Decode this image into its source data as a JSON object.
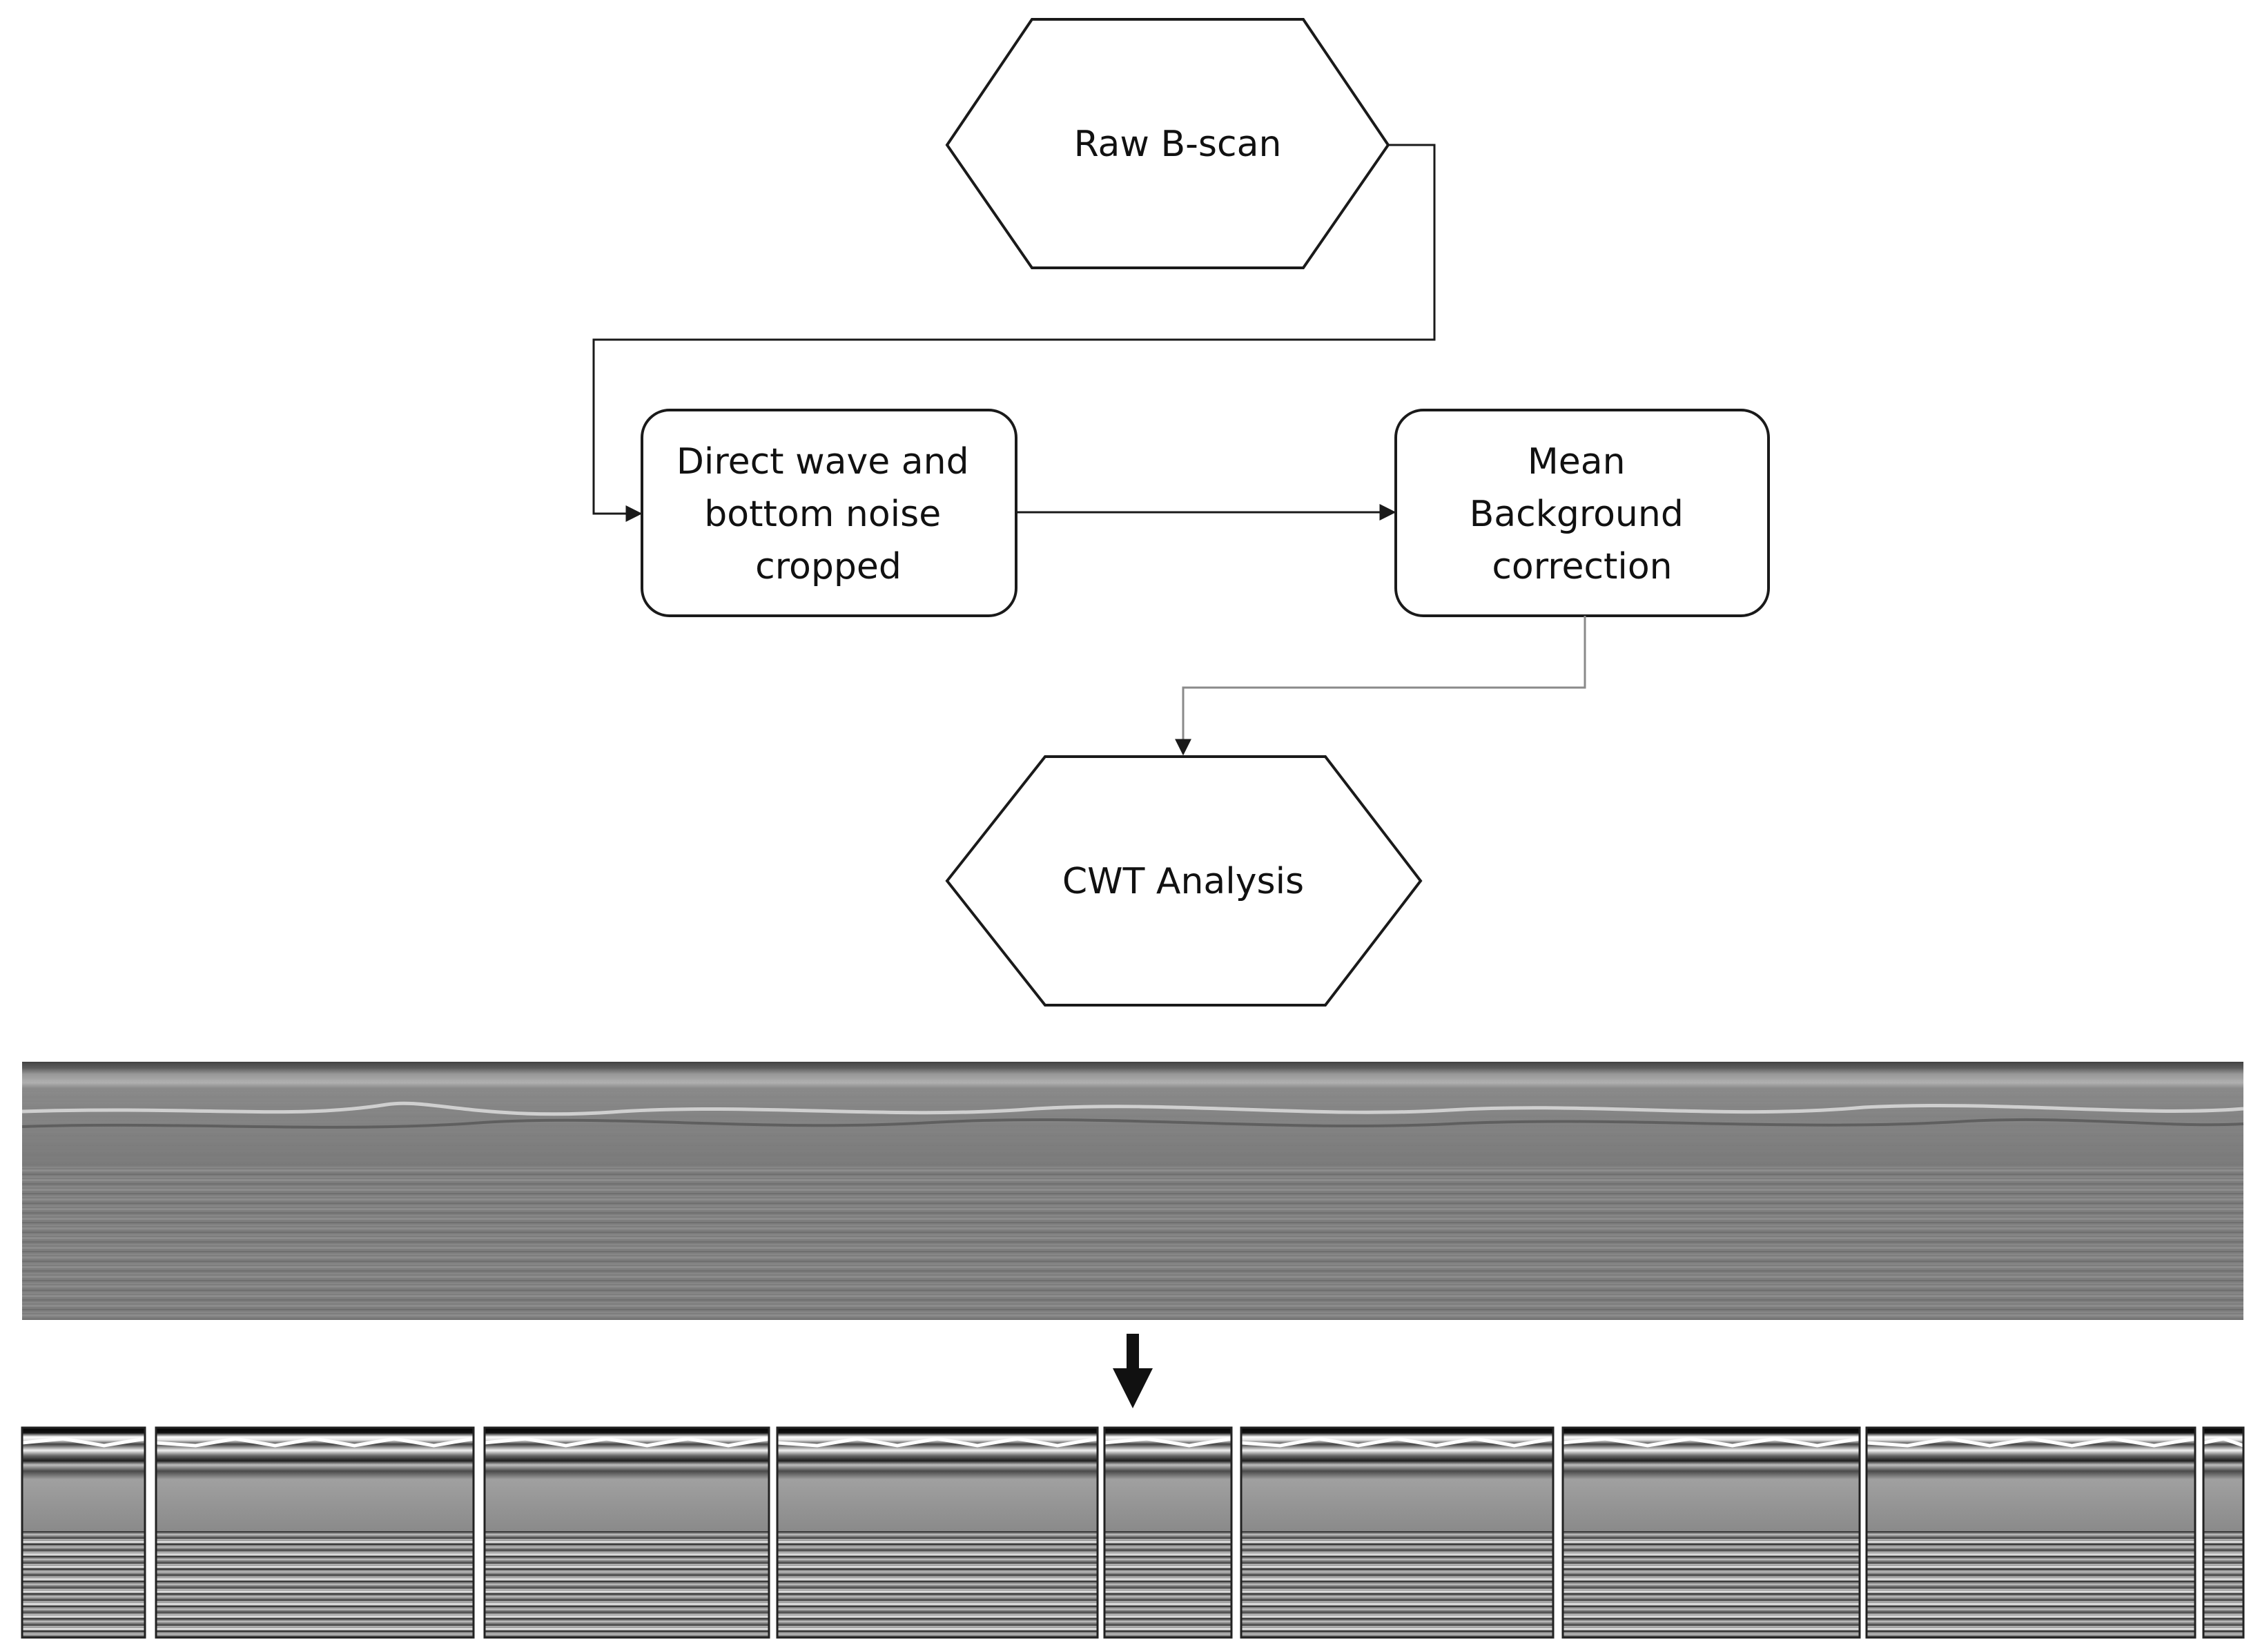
{
  "flowchart": {
    "start": {
      "label": "Raw B-scan"
    },
    "step1": {
      "lines": [
        "Direct wave and",
        "bottom noise",
        "cropped"
      ]
    },
    "step2": {
      "lines": [
        "Mean",
        "Background",
        "correction"
      ]
    },
    "end": {
      "label": "CWT Analysis"
    }
  },
  "bscan": {
    "segment_count": 9
  },
  "colors": {
    "line": "#1a1a1a",
    "connector_light": "#8a8a8a",
    "box_stroke": "#1a1a1a",
    "bscan_mid": "#7a7a7a",
    "bscan_dark": "#1a1a1a",
    "bscan_light": "#e8e8e8"
  }
}
